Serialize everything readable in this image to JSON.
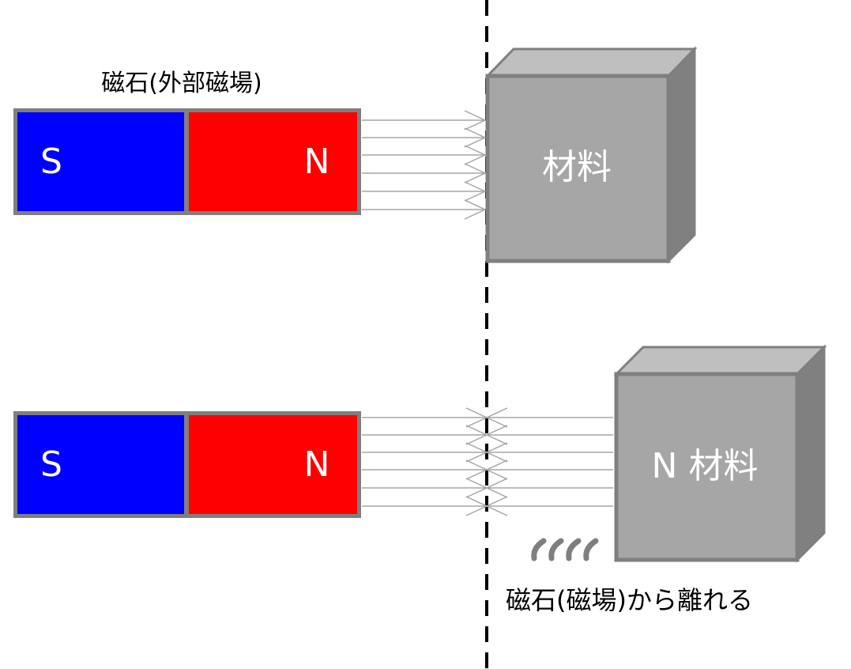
{
  "top": {
    "magnet_label": "磁石(外部磁場)",
    "south": "S",
    "north": "N",
    "material": "材料"
  },
  "bottom": {
    "south": "S",
    "north": "N",
    "material": "N 材料",
    "caption": "磁石(磁場)から離れる"
  },
  "colors": {
    "south_pole": "#0000ff",
    "north_pole": "#ff0000",
    "magnet_border": "#7f7f7f",
    "material_front": "#a6a6a6",
    "material_top": "#bfbfbf",
    "material_side": "#808080",
    "field_line": "#a6a6a6",
    "boundary_line": "#000000"
  }
}
